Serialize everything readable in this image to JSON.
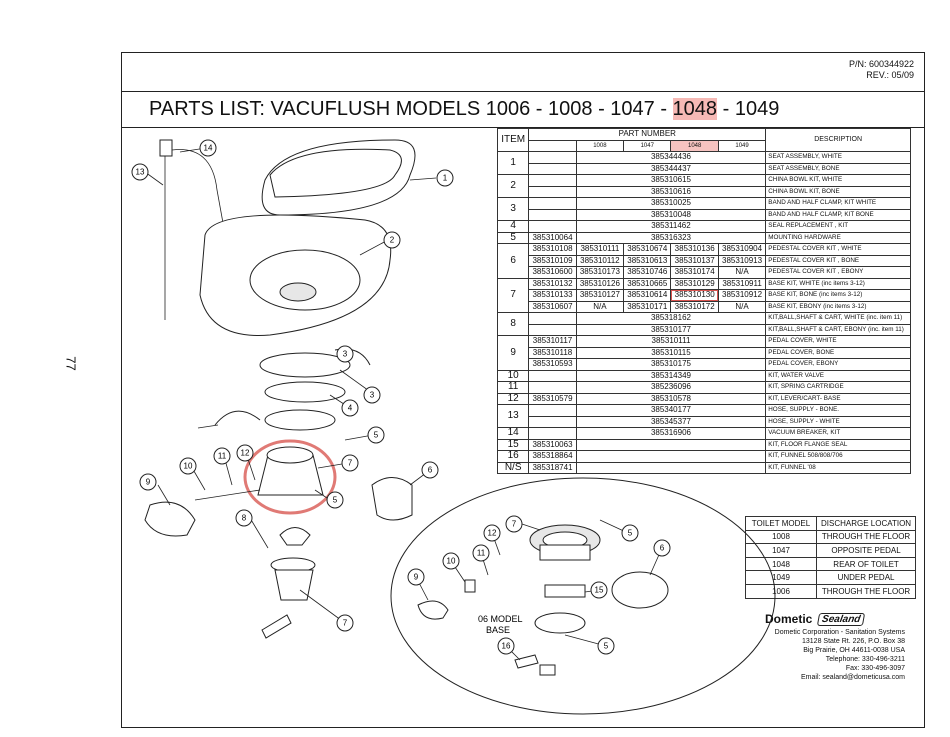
{
  "page_number": "77",
  "header": {
    "part_number": "P/N:  600344922",
    "revision": "REV.: 05/09"
  },
  "title": {
    "prefix": "PARTS LIST: VACUFLUSH MODELS  1006 - 1008 - 1047 - ",
    "highlighted_model": "1048",
    "suffix": " - 1049"
  },
  "parts_table": {
    "col_item": "ITEM",
    "col_part_number": "PART NUMBER",
    "col_description": "DESCRIPTION",
    "models": [
      "1008",
      "1047",
      "1048",
      "1049"
    ],
    "rows": [
      {
        "item": "1",
        "span": "385344436",
        "desc": "SEAT ASSEMBLY, WHITE"
      },
      {
        "item": "",
        "span": "385344437",
        "desc": "SEAT ASSEMBLY, BONE"
      },
      {
        "item": "2",
        "span": "385310615",
        "desc": "CHINA BOWL KIT, WHITE"
      },
      {
        "item": "",
        "span": "385310616",
        "desc": "CHINA BOWL KIT, BONE"
      },
      {
        "item": "3",
        "span": "385310025",
        "desc": "BAND AND HALF CLAMP, KIT WHITE"
      },
      {
        "item": "",
        "span": "385310048",
        "desc": "BAND AND HALF CLAMP, KIT BONE"
      },
      {
        "item": "4",
        "span": "385311462",
        "desc": "SEAL REPLACEMENT , KIT"
      },
      {
        "item": "5",
        "first": "385310064",
        "span": "385316323",
        "desc": "MOUNTING HARDWARE"
      },
      {
        "item": "6",
        "first": "385310108",
        "cols": [
          "385310111",
          "385310674",
          "385310136",
          "385310904"
        ],
        "desc": "PEDESTAL COVER KIT , WHITE"
      },
      {
        "item": "",
        "first": "385310109",
        "cols": [
          "385310112",
          "385310613",
          "385310137",
          "385310913"
        ],
        "desc": "PEDESTAL COVER KIT , BONE"
      },
      {
        "item": "",
        "first": "385310600",
        "cols": [
          "385310173",
          "385310746",
          "385310174",
          "N/A"
        ],
        "desc": "PEDESTAL COVER KIT , EBONY"
      },
      {
        "item": "7",
        "first": "385310132",
        "cols": [
          "385310126",
          "385310665",
          "385310129",
          "385310911"
        ],
        "desc": "BASE KIT, WHITE (inc items 3-12)"
      },
      {
        "item": "",
        "first": "385310133",
        "cols": [
          "385310127",
          "385310614",
          "385310130",
          "385310912"
        ],
        "desc": "BASE KIT, BONE (inc items 3-12)"
      },
      {
        "item": "",
        "first": "385310607",
        "cols": [
          "N/A",
          "385310171",
          "385310172",
          "N/A"
        ],
        "desc": "BASE KIT, EBONY (inc items 3-12)"
      },
      {
        "item": "8",
        "span": "385318162",
        "desc": "KIT,BALL,SHAFT & CART, WHITE (inc. item 11)"
      },
      {
        "item": "",
        "span": "385310177",
        "desc": "KIT,BALL,SHAFT & CART, EBONY (inc. item 11)"
      },
      {
        "item": "9",
        "first": "385310117",
        "span": "385310111",
        "desc": "PEDAL COVER, WHITE"
      },
      {
        "item": "",
        "first": "385310118",
        "span": "385310115",
        "desc": "PEDAL COVER, BONE"
      },
      {
        "item": "",
        "first": "385310593",
        "span": "385310175",
        "desc": "PEDAL COVER, EBONY"
      },
      {
        "item": "10",
        "span": "385314349",
        "desc": "KIT, WATER VALVE"
      },
      {
        "item": "11",
        "span": "385236096",
        "desc": "KIT, SPRING CARTRIDGE"
      },
      {
        "item": "12",
        "first": "385310579",
        "span": "385310578",
        "desc": "KIT, LEVER/CART- BASE"
      },
      {
        "item": "13",
        "span": "385340177",
        "desc": "HOSE, SUPPLY - BONE."
      },
      {
        "item": "",
        "span": "385345377",
        "desc": "HOSE, SUPPLY - WHITE"
      },
      {
        "item": "14",
        "span": "385316906",
        "desc": "VACUUM BREAKER, KIT"
      },
      {
        "item": "15",
        "first": "385310063",
        "span": "",
        "desc": "KIT, FLOOR FLANGE SEAL"
      },
      {
        "item": "16",
        "first": "385318864",
        "span": "",
        "desc": "KIT, FUNNEL 508/808/706"
      },
      {
        "item": "N/S",
        "first": "385318741",
        "span": "",
        "desc": "KIT, FUNNEL '08"
      }
    ]
  },
  "discharge_table": {
    "col_model": "TOILET MODEL",
    "col_location": "DISCHARGE LOCATION",
    "rows": [
      {
        "model": "1008",
        "location": "THROUGH THE FLOOR"
      },
      {
        "model": "1047",
        "location": "OPPOSITE PEDAL"
      },
      {
        "model": "1048",
        "location": "REAR OF TOILET"
      },
      {
        "model": "1049",
        "location": "UNDER  PEDAL"
      },
      {
        "model": "1006",
        "location": "THROUGH THE FLOOR"
      }
    ]
  },
  "brand": {
    "dometic": "Dometic",
    "sealand": "Sealand",
    "address": [
      "Dometic Corporation - Sanitation Systems",
      "13128 State Rt. 226, P.O. Box 38",
      "Big Prairie, OH 44611-0038 USA",
      "Telephone: 330-496-3211",
      "Fax: 330-496-3097",
      "Email: sealand@dometicusa.com"
    ]
  },
  "diagram": {
    "inset_label": "06 MODEL\nBASE",
    "callouts": [
      "1",
      "2",
      "3",
      "3",
      "4",
      "5",
      "6",
      "7",
      "8",
      "9",
      "10",
      "11",
      "12",
      "13",
      "14",
      "5",
      "7",
      "7",
      "12",
      "10",
      "11",
      "9",
      "6",
      "5",
      "15",
      "16",
      "5"
    ]
  }
}
